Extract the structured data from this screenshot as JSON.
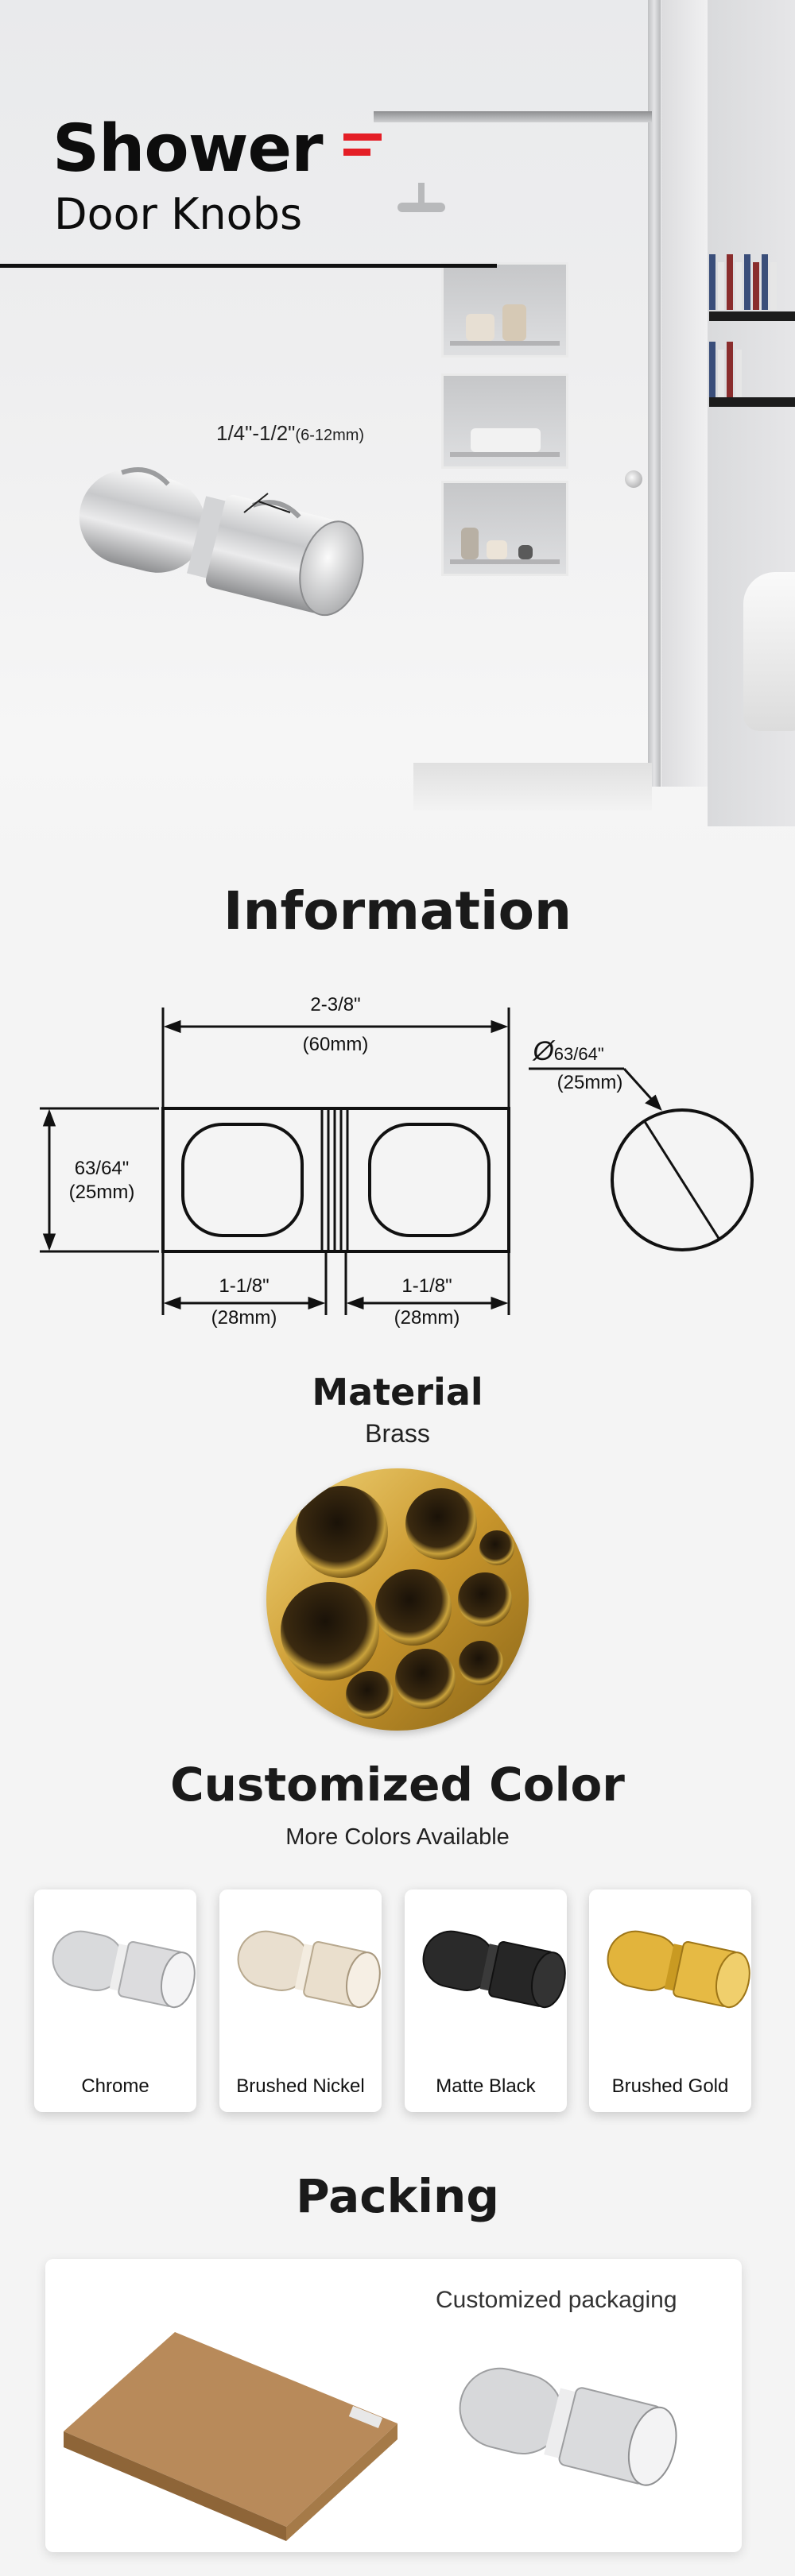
{
  "hero": {
    "title": "Shower",
    "subtitle": "Door Knobs",
    "thickness_label": "1/4\"-1/2\"",
    "thickness_metric": "(6-12mm)",
    "accent_color": "#e41e26"
  },
  "information": {
    "title": "Information",
    "overall_width": "2-3/8\"",
    "overall_width_mm": "(60mm)",
    "height": "63/64\"",
    "height_mm": "(25mm)",
    "left_length": "1-1/8\"",
    "left_length_mm": "(28mm)",
    "right_length": "1-1/8\"",
    "right_length_mm": "(28mm)",
    "diameter": "63/64\"",
    "diameter_mm": "(25mm)"
  },
  "material": {
    "title": "Material",
    "value": "Brass"
  },
  "colors": {
    "title": "Customized Color",
    "subtitle": "More Colors Available",
    "options": [
      {
        "label": "Chrome",
        "hex": "#d7d7d9"
      },
      {
        "label": "Brushed Nickel",
        "hex": "#e8dccb"
      },
      {
        "label": "Matte Black",
        "hex": "#222222"
      },
      {
        "label": "Brushed Gold",
        "hex": "#e1b33a"
      }
    ]
  },
  "packing": {
    "title": "Packing",
    "caption": "Customized packaging"
  }
}
